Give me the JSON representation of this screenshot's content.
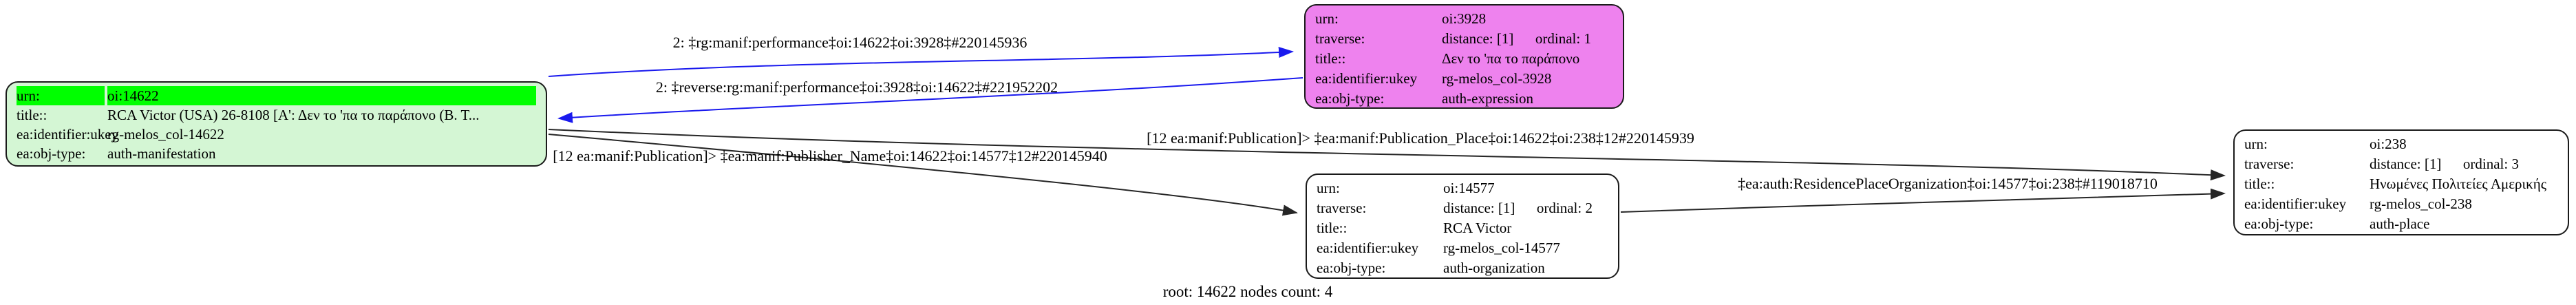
{
  "footer": {
    "text": "root: 14622 nodes count: 4"
  },
  "colors": {
    "root_node_bg": "#d4f6d4",
    "urn_highlight": "#00ff00",
    "expression_node_bg": "#ee82ee",
    "plain_node_bg": "#ffffff",
    "edge_blue": "#1a1aee",
    "edge_black": "#262626"
  },
  "nodes": [
    {
      "id": "oi:14622",
      "rows": [
        {
          "key": "urn:",
          "value": "oi:14622"
        },
        {
          "key": "title::",
          "value": "RCA Victor (USA) 26-8108 [Α': Δεν το 'πα το παράπονο (Β. Τ..."
        },
        {
          "key": "ea:identifier:ukey",
          "value": "rg-melos_col-14622"
        },
        {
          "key": "ea:obj-type:",
          "value": "auth-manifestation"
        }
      ]
    },
    {
      "id": "oi:3928",
      "rows": [
        {
          "key": "urn:",
          "value": "oi:3928"
        },
        {
          "key": "traverse:",
          "value": "distance: [1]      ordinal: 1"
        },
        {
          "key": "title::",
          "value": "Δεν το 'πα το παράπονο"
        },
        {
          "key": "ea:identifier:ukey",
          "value": "rg-melos_col-3928"
        },
        {
          "key": "ea:obj-type:",
          "value": "auth-expression"
        }
      ]
    },
    {
      "id": "oi:14577",
      "rows": [
        {
          "key": "urn:",
          "value": "oi:14577"
        },
        {
          "key": "traverse:",
          "value": "distance: [1]      ordinal: 2"
        },
        {
          "key": "title::",
          "value": "RCA Victor"
        },
        {
          "key": "ea:identifier:ukey",
          "value": "rg-melos_col-14577"
        },
        {
          "key": "ea:obj-type:",
          "value": "auth-organization"
        }
      ]
    },
    {
      "id": "oi:238",
      "rows": [
        {
          "key": "urn:",
          "value": "oi:238"
        },
        {
          "key": "traverse:",
          "value": "distance: [1]      ordinal: 3"
        },
        {
          "key": "title::",
          "value": "Ηνωμένες Πολιτείες Αμερικής"
        },
        {
          "key": "ea:identifier:ukey",
          "value": "rg-melos_col-238"
        },
        {
          "key": "ea:obj-type:",
          "value": "auth-place"
        }
      ]
    }
  ],
  "edges": [
    {
      "label": "2: ‡rg:manif:performance‡oi:14622‡oi:3928‡#220145936"
    },
    {
      "label": "2: ‡reverse:rg:manif:performance‡oi:3928‡oi:14622‡#221952202"
    },
    {
      "label": "[12 ea:manif:Publication]> ‡ea:manif:Publication_Place‡oi:14622‡oi:238‡12#220145939"
    },
    {
      "label": "[12 ea:manif:Publication]> ‡ea:manif:Publisher_Name‡oi:14622‡oi:14577‡12#220145940"
    },
    {
      "label": "‡ea:auth:ResidencePlaceOrganization‡oi:14577‡oi:238‡#119018710"
    }
  ]
}
